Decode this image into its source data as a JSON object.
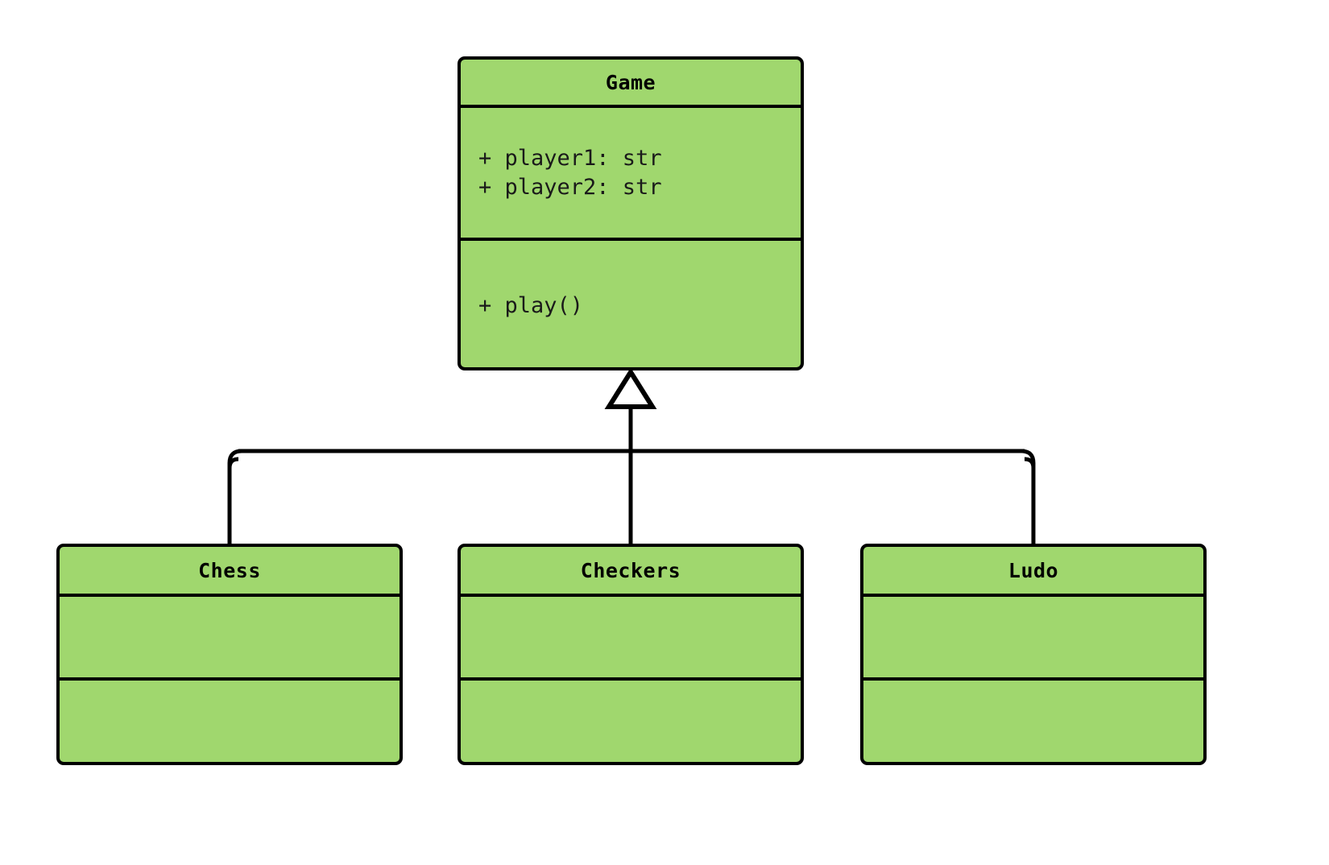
{
  "diagram": {
    "kind": "uml-class-diagram",
    "relationship": "generalization",
    "background_color": "#ffffff",
    "class_fill_color": "#a0d76e",
    "border_color": "#000000"
  },
  "classes": {
    "game": {
      "name": "Game",
      "attributes": [
        "+ player1: str",
        "+ player2: str"
      ],
      "methods": [
        "+ play()"
      ]
    },
    "chess": {
      "name": "Chess",
      "attributes": [],
      "methods": []
    },
    "checkers": {
      "name": "Checkers",
      "attributes": [],
      "methods": []
    },
    "ludo": {
      "name": "Ludo",
      "attributes": [],
      "methods": []
    }
  },
  "edges": [
    {
      "from": "Chess",
      "to": "Game",
      "type": "generalization"
    },
    {
      "from": "Checkers",
      "to": "Game",
      "type": "generalization"
    },
    {
      "from": "Ludo",
      "to": "Game",
      "type": "generalization"
    }
  ]
}
